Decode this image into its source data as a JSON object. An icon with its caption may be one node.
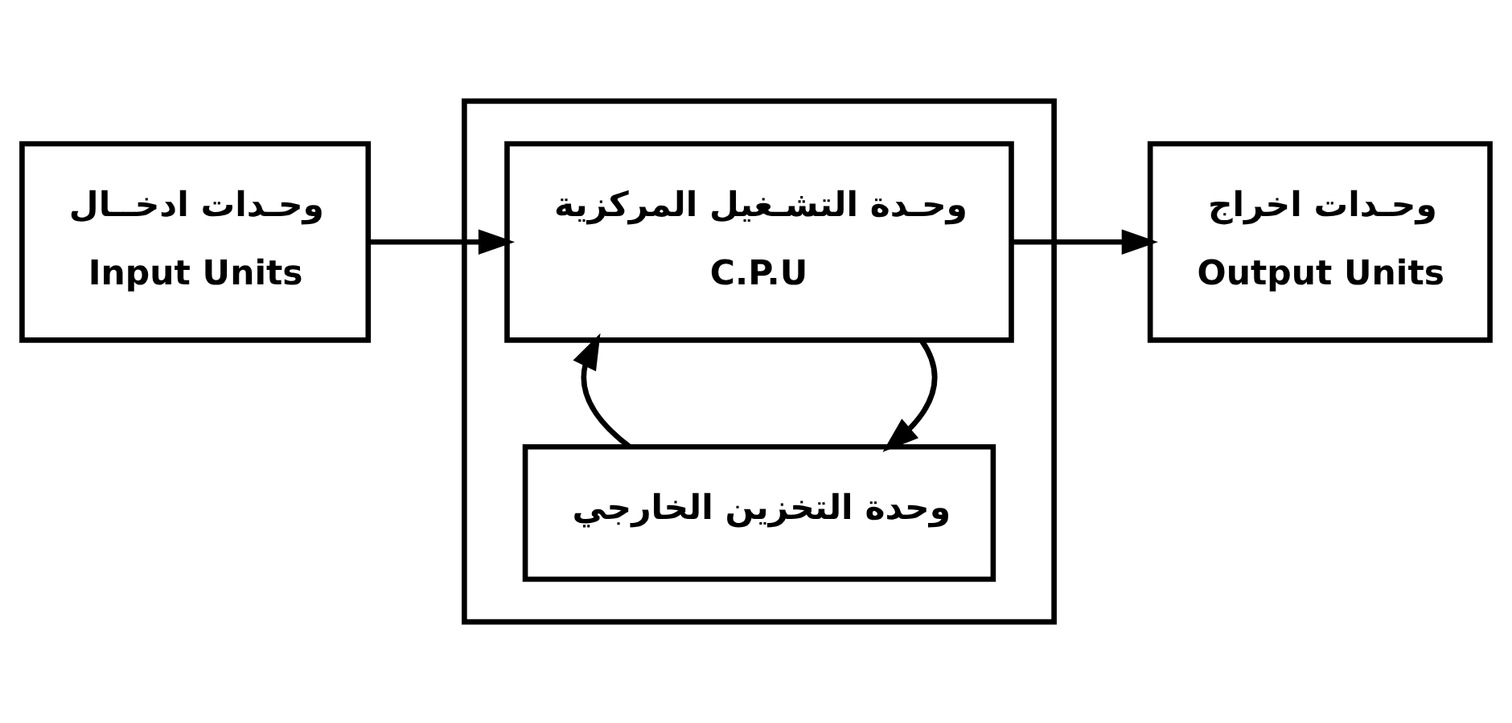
{
  "diagram": {
    "nodes": [
      {
        "text": [
          "وحـدات ادخــال",
          "Input Units"
        ]
      },
      {
        "text": [],
        "shape": "box"
      },
      {
        "text": [
          "وحـدة التشـغيل المركزية",
          "C.P.U"
        ],
        "in": 1
      },
      {
        "text": [
          "وحدة التخزين الخارجي"
        ],
        "in": 1
      },
      {
        "text": [
          "وحـدات اخراج",
          "Output Units"
        ]
      }
    ],
    "edges": [
      {
        "from": 0,
        "to": 2,
        "arrow": "to"
      },
      {
        "from": 2,
        "to": 4,
        "arrow": "to"
      },
      {
        "from": 2,
        "to": 3,
        "arrow": "to"
      },
      {
        "from": 3,
        "to": 2,
        "arrow": "to"
      }
    ]
  }
}
